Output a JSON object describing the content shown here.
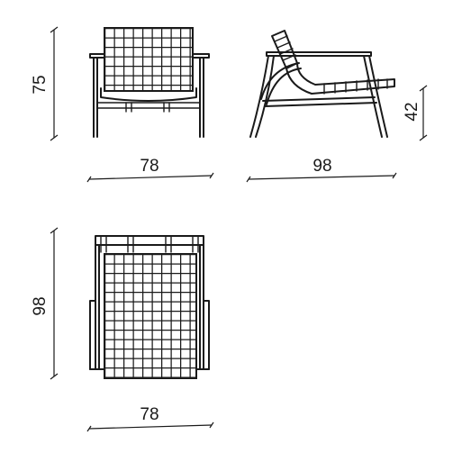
{
  "dimensions": {
    "front_height": "75",
    "front_width": "78",
    "side_depth": "98",
    "side_seat_height": "42",
    "top_depth": "98",
    "top_width": "78"
  },
  "views": [
    "front",
    "side",
    "top"
  ]
}
